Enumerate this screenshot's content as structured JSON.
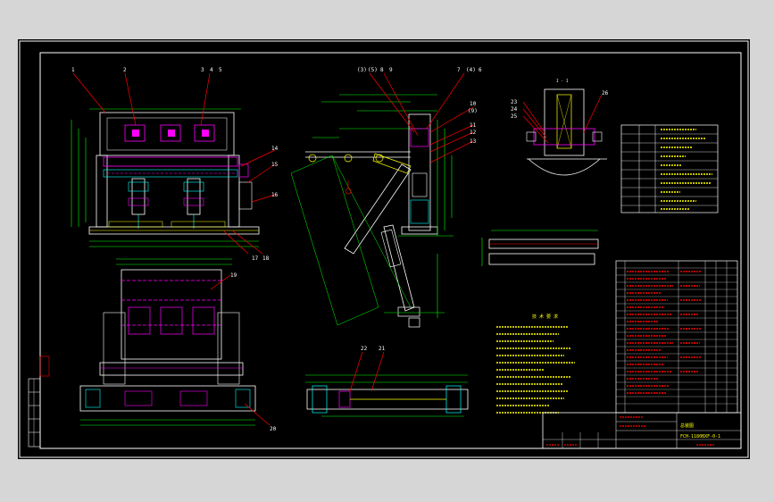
{
  "drawing": {
    "part_labels_front": [
      "1",
      "2",
      "3",
      "4",
      "5",
      "14",
      "15",
      "16",
      "17",
      "18"
    ],
    "part_labels_plan": [
      "19",
      "20"
    ],
    "part_labels_side": [
      "(3)",
      "(5)",
      "8",
      "9",
      "7",
      "(4)",
      "6",
      "10",
      "(9)",
      "11",
      "12",
      "13"
    ],
    "part_labels_detail": [
      "23",
      "24",
      "25",
      "26"
    ],
    "part_labels_bottom": [
      "22",
      "21"
    ],
    "section_label": "I - I",
    "notes_title": "技 术 要 求",
    "title_block": {
      "drawing_no": "FCH-1180BXF-0-1",
      "name": "总装图"
    },
    "colors": {
      "background": "#000000",
      "frame": "#ffffff",
      "steel": "#ffffff",
      "dimension": "#00ff00",
      "part": "#ff00ff",
      "leader": "#ff0000",
      "hidden": "#00ffff",
      "text": "#ffff00"
    }
  }
}
